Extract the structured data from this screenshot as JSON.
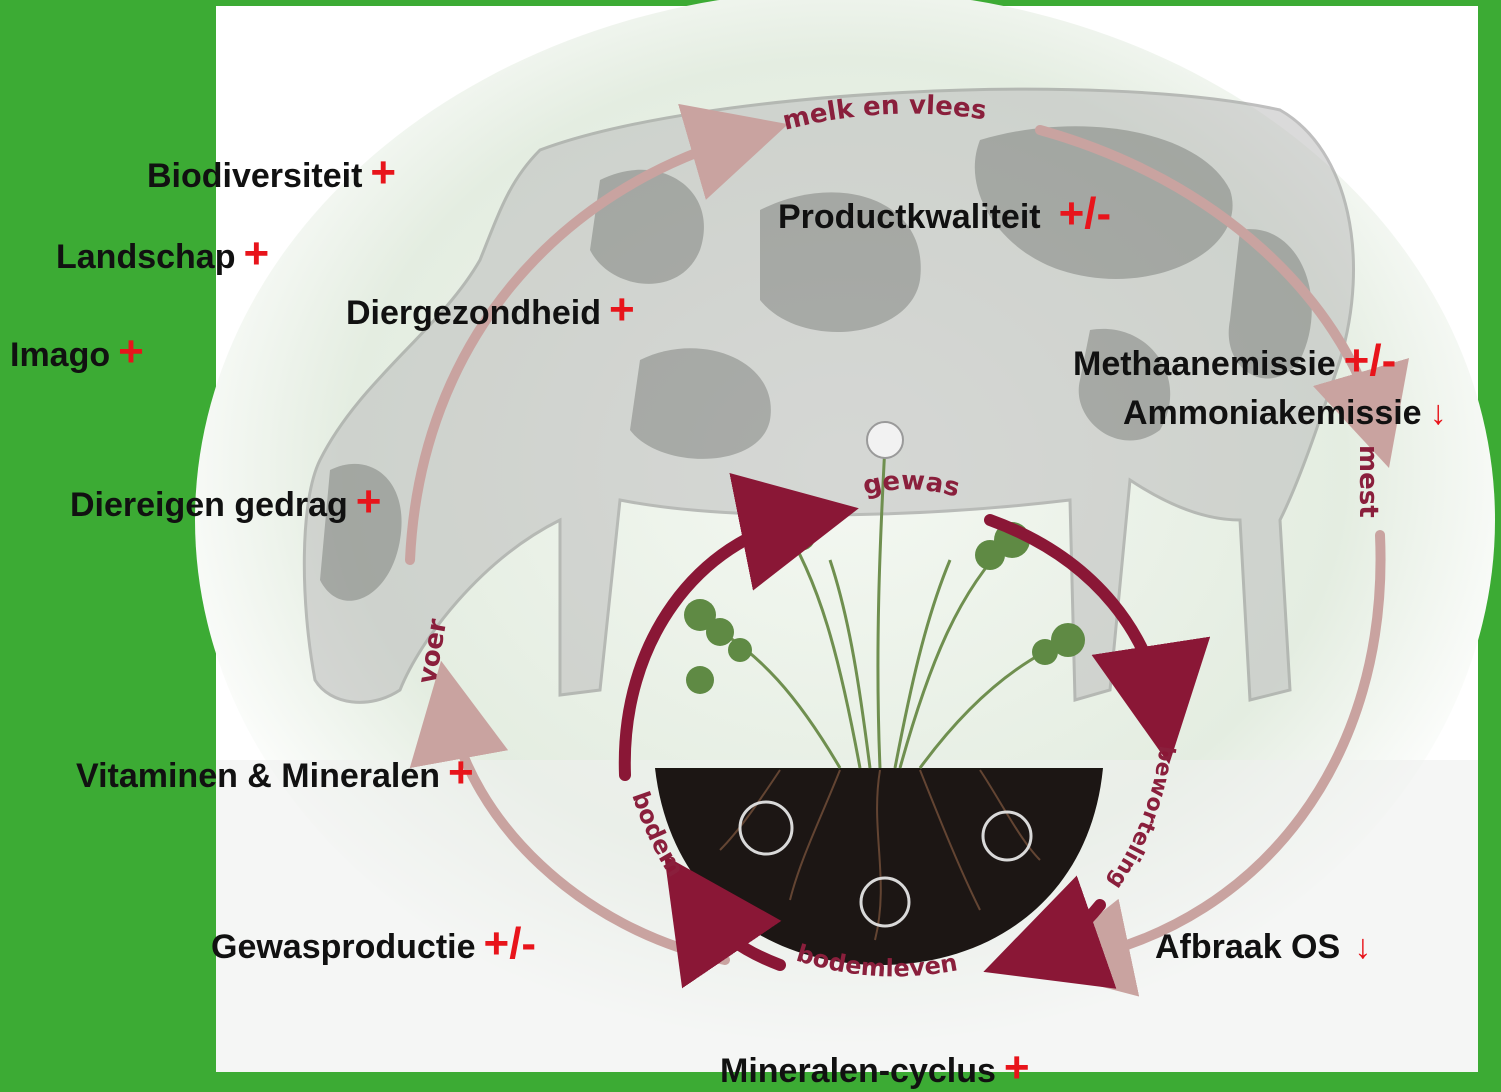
{
  "colors": {
    "frame_green": "#3cab34",
    "effect_red": "#e8141b",
    "cycle_outer": "#c9a3a0",
    "cycle_inner": "#8a1736"
  },
  "cycle_labels": {
    "top": "melk en vlees",
    "right": "mest",
    "left": "voer",
    "inner_top": "gewas",
    "inner_right": "beworteling",
    "inner_left": "bodem",
    "inner_bottom": "bodemleven"
  },
  "effects": [
    {
      "label": "Biodiversiteit",
      "sign": "+"
    },
    {
      "label": "Landschap",
      "sign": "+"
    },
    {
      "label": "Imago",
      "sign": "+"
    },
    {
      "label": "Diergezondheid",
      "sign": "+"
    },
    {
      "label": "Diereigen gedrag",
      "sign": "+"
    },
    {
      "label": "Productkwaliteit",
      "sign": "+/-"
    },
    {
      "label": "Methaanemissie",
      "sign": "+/-"
    },
    {
      "label": "Ammoniakemissie",
      "sign": "↓"
    },
    {
      "label": "Vitaminen & Mineralen",
      "sign": "+"
    },
    {
      "label": "Gewasproductie",
      "sign": "+/-"
    },
    {
      "label": "Afbraak OS",
      "sign": "↓"
    },
    {
      "label": "Mineralen-cyclus",
      "sign": "+"
    }
  ]
}
